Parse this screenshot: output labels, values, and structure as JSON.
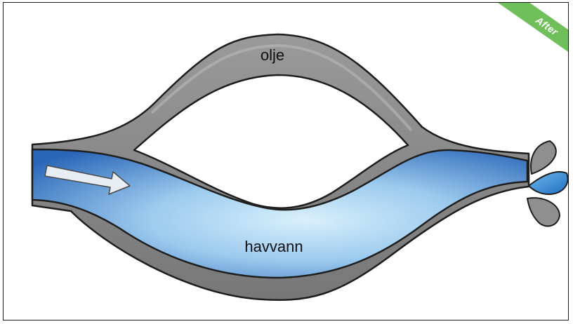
{
  "labels": {
    "top_channel": "olje",
    "bottom_channel": "havvann"
  },
  "badge": {
    "text": "After"
  },
  "colors": {
    "pipe_gray": "#858585",
    "pipe_outline": "#1e1e1e",
    "water_light": "#bfe3f7",
    "water_dark": "#1f5fb0",
    "droplet_blue": "#2f8bd6",
    "badge_green": "#6fbf5a"
  }
}
